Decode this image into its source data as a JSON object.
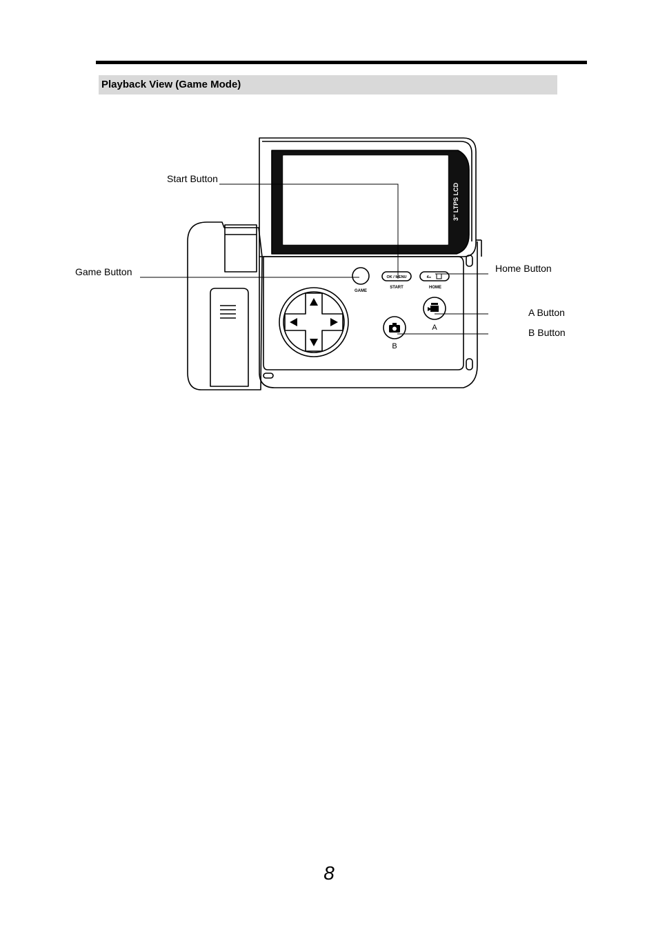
{
  "section_title": "Playback View (Game Mode)",
  "callouts": {
    "start": "Start Button",
    "game": "Game Button",
    "home": "Home Button",
    "a": "A Button",
    "b": "B Button"
  },
  "device_labels": {
    "lcd": "3\" LTPS LCD",
    "game": "GAME",
    "ok_menu": "OK / MENU",
    "start": "START",
    "home": "HOME",
    "a": "A",
    "b": "B"
  },
  "page_number": "8"
}
